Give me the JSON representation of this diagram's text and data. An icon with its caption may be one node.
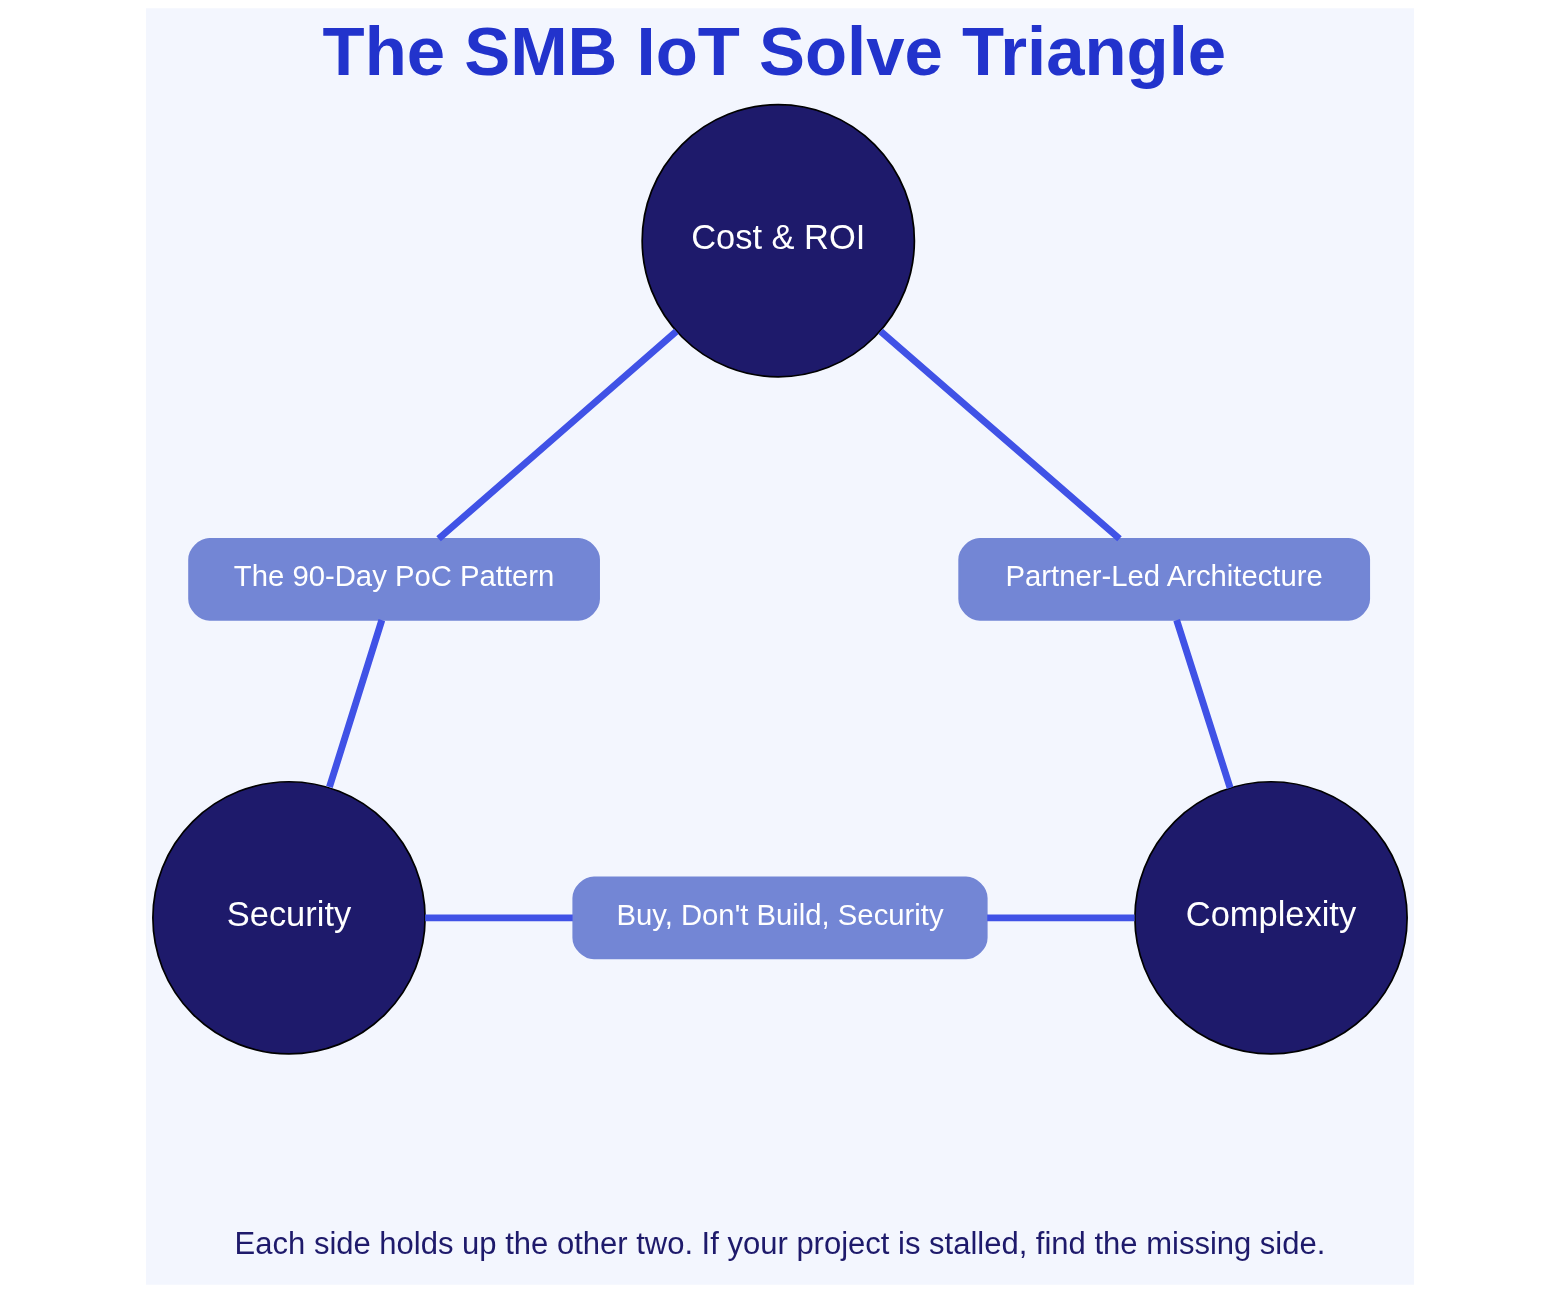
{
  "diagram": {
    "title": "The SMB IoT Solve Triangle",
    "caption": "Each side holds up the other two. If your project is stalled, find the missing side.",
    "nodes": [
      {
        "text": [
          "Cost & ROI"
        ]
      },
      {
        "text": [
          "The 90-Day PoC Pattern"
        ]
      },
      {
        "text": [
          "Partner-Led Architecture"
        ]
      },
      {
        "text": [
          "Security"
        ]
      },
      {
        "text": [
          "Buy, Don't Build, Security"
        ]
      },
      {
        "text": [
          "Complexity"
        ]
      }
    ],
    "edges": [
      {
        "from": 0,
        "to": 1,
        "arrow": "none"
      },
      {
        "from": 1,
        "to": 3,
        "arrow": "none"
      },
      {
        "from": 0,
        "to": 2,
        "arrow": "none"
      },
      {
        "from": 2,
        "to": 5,
        "arrow": "none"
      },
      {
        "from": 3,
        "to": 4,
        "arrow": "none"
      },
      {
        "from": 4,
        "to": 5,
        "arrow": "none"
      }
    ]
  }
}
